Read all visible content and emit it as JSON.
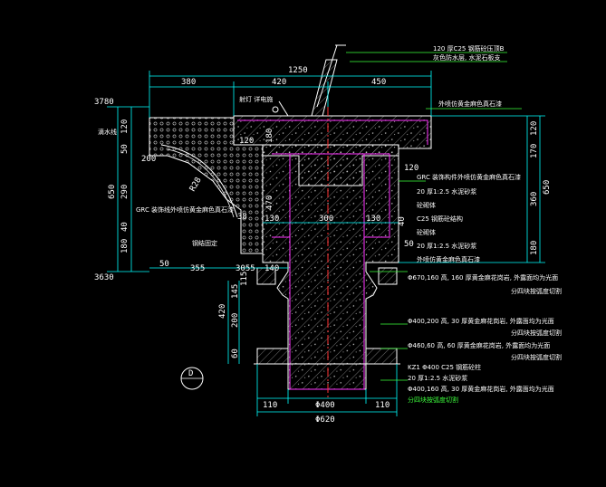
{
  "colors": {
    "background": "#000000",
    "outline": "#ffffff",
    "core": "#ff33ff",
    "center": "#ff3333",
    "dimension": "#00ffff",
    "leader": "#3dff3d",
    "section": "#4da6ff",
    "hatch": "#cfcfcf"
  },
  "dims": {
    "top_total": "1250",
    "top_left": "380",
    "top_mid": "420",
    "top_right": "450",
    "left_top_label": "3780",
    "left_120": "120",
    "left_50": "50",
    "left_200": "200",
    "left_650": "650",
    "left_290": "290",
    "left_40": "40",
    "left_180": "180",
    "left_bottom": "3630",
    "right_120": "120",
    "right_170": "170",
    "right_650": "650",
    "right_360": "360",
    "right_180": "180",
    "inner_120": "120",
    "inner_180": "180",
    "inner_470": "470",
    "inner_130a": "130",
    "inner_300": "300",
    "inner_130b": "130",
    "inner_40": "40",
    "inner_120r": "120",
    "inner_50": "50",
    "inner_38": "38",
    "row_50": "50",
    "row_355": "355",
    "row_3055": "3055",
    "row_140": "140",
    "row_145": "145",
    "row_115": "115",
    "lower_420": "420",
    "lower_200": "200",
    "lower_60": "60",
    "base_110a": "110",
    "base_400": "Φ400",
    "base_110b": "110",
    "base_620": "Φ620",
    "radius_r": "R28"
  },
  "notes": {
    "n1": "120  厚C25  钢筋砼压顶B",
    "n2": "灰色防水层, 水泥石板支",
    "n3": "射灯  详电施",
    "n4": "外喷仿黄金麻色真石漆",
    "n5": "滴水线",
    "n6": "GRC  装饰线外喷仿黄金麻色真石漆",
    "n7": "钢结固定",
    "n8": "GRC  装饰构件外喷仿黄金麻色真石漆",
    "n9": "20  厚1:2.5  水泥砂浆",
    "n10": "砼砌体",
    "n11": "C25  钢筋砼结构",
    "n12": "砼砌体",
    "n13": "20  厚1:2.5  水泥砂浆",
    "n14": "外喷仿黄金麻色真石漆",
    "n15": "Φ670,160    高, 160  厚黄金麻花岗岩, 外露面均为光面",
    "n16": "分四块按弧度切割",
    "n17": "Φ400,200    高, 30  厚黄金麻花岗岩, 外露面均为光面",
    "n18": "分四块按弧度切割",
    "n19": "Φ460,60    高, 60  厚黄金麻花岗岩, 外露面均为光面",
    "n20": "分四块按弧度切割",
    "n21": "KZ1   Φ400   C25   钢筋砼柱",
    "n22": "20   厚1:2.5   水泥砂浆",
    "n23": "Φ400,160    高, 30  厚黄金麻花岗岩, 外露面均为光面",
    "n24": "分四块按弧度切割"
  },
  "marker": {
    "label": "D"
  }
}
